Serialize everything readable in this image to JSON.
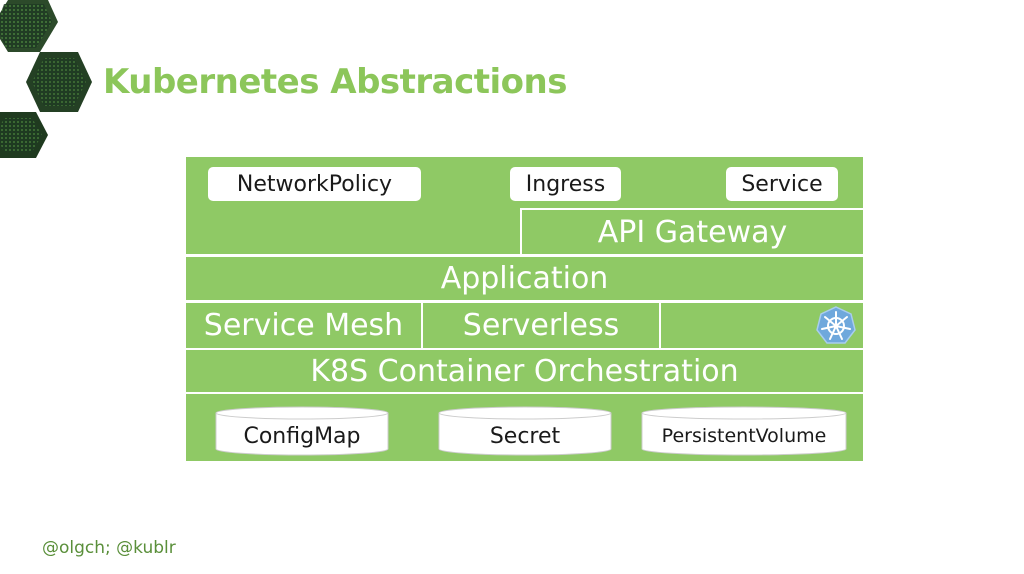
{
  "slide": {
    "title": "Kubernetes Abstractions",
    "footer": "@olgch; @kublr"
  },
  "diagram": {
    "top_items": {
      "network_policy": "NetworkPolicy",
      "ingress": "Ingress",
      "service": "Service"
    },
    "api_gateway": "API Gateway",
    "application": "Application",
    "service_mesh": "Service Mesh",
    "serverless": "Serverless",
    "orchestration": "K8S Container Orchestration",
    "storage": {
      "config_map": "ConfigMap",
      "secret": "Secret",
      "persistent_volume": "PersistentVolume"
    },
    "kubernetes_icon": "kubernetes-helm-icon"
  },
  "colors": {
    "title": "#8cc65a",
    "block_fill": "#8fc965",
    "block_border": "#ffffff",
    "footer": "#5a8f3a"
  }
}
